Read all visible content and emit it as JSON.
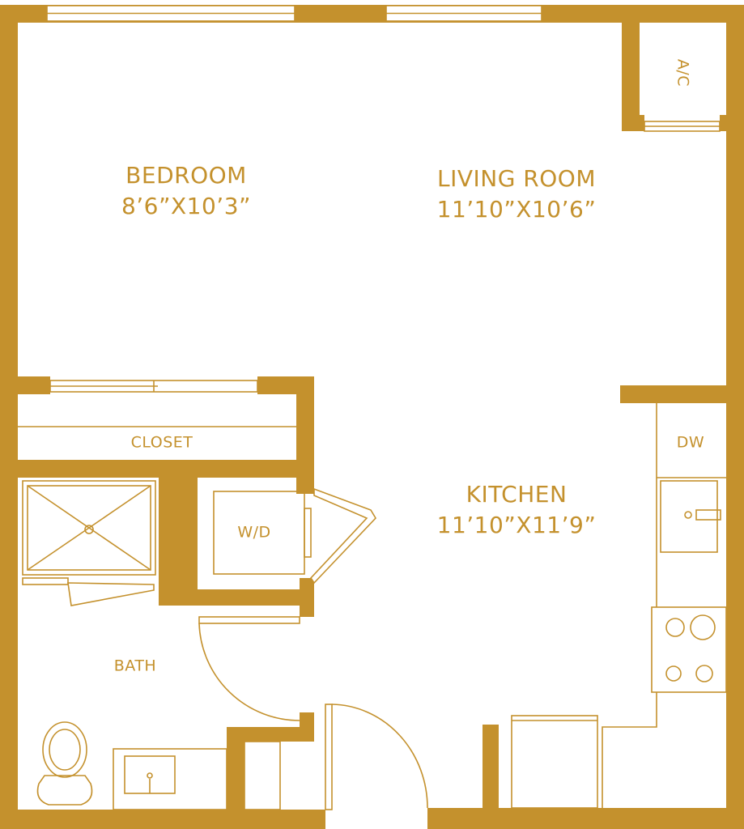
{
  "colors": {
    "wall": "#C4912D",
    "background": "#FFFFFF"
  },
  "rooms": {
    "bedroom": {
      "name": "BEDROOM",
      "dims": "8’6”X10’3”"
    },
    "living_room": {
      "name": "LIVING ROOM",
      "dims": "11’10”X10’6”"
    },
    "kitchen": {
      "name": "KITCHEN",
      "dims": "11’10”X11’9”"
    },
    "closet": {
      "name": "CLOSET"
    },
    "bath": {
      "name": "BATH"
    },
    "washer_dryer": {
      "name": "W/D"
    },
    "dishwasher": {
      "name": "DW"
    },
    "ac": {
      "name": "A/C"
    }
  },
  "fixtures": [
    "shower",
    "toilet",
    "bath-sink",
    "kitchen-sink",
    "cooktop",
    "refrigerator",
    "washer-dryer"
  ]
}
